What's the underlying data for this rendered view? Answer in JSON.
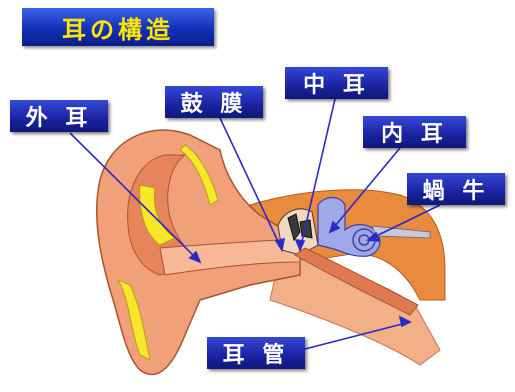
{
  "title": "耳の構造",
  "labels": {
    "outer_ear": "外 耳",
    "eardrum": "鼓 膜",
    "middle_ear": "中 耳",
    "inner_ear": "内 耳",
    "cochlea": "蝸 牛",
    "eustachian_tube": "耳 管"
  },
  "colors": {
    "title_text": "#ffe600",
    "label_bg": "#1a22a0",
    "skin": "#f2a07a",
    "skin_dark": "#e07850",
    "cartilage": "#f5e82a",
    "inner_ear": "#9fa8e8",
    "pointer": "#2a2ac8"
  }
}
